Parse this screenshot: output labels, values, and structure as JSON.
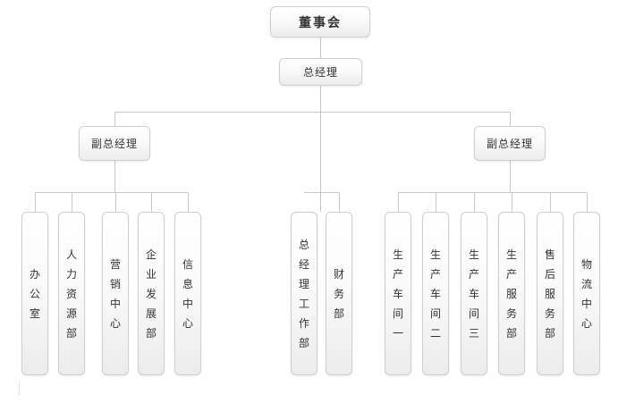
{
  "chart_data": {
    "type": "org-chart",
    "root": "董事会",
    "general_manager": "总经理",
    "deputies": [
      "副总经理",
      "副总经理"
    ],
    "departments": [
      {
        "name": "办公室",
        "under": "deputy-left"
      },
      {
        "name": "人力资源部",
        "under": "deputy-left"
      },
      {
        "name": "营销中心",
        "under": "deputy-left"
      },
      {
        "name": "企业发展部",
        "under": "deputy-left"
      },
      {
        "name": "信息中心",
        "under": "deputy-left"
      },
      {
        "name": "总经理工作部",
        "under": "general-manager"
      },
      {
        "name": "财务部",
        "under": "general-manager"
      },
      {
        "name": "生产车间一",
        "under": "deputy-right"
      },
      {
        "name": "生产车间二",
        "under": "deputy-right"
      },
      {
        "name": "生产车间三",
        "under": "deputy-right"
      },
      {
        "name": "生产服务部",
        "under": "deputy-right"
      },
      {
        "name": "售后服务部",
        "under": "deputy-right"
      },
      {
        "name": "物流中心",
        "under": "deputy-right"
      }
    ]
  },
  "colors": {
    "line": "#c8c8c8",
    "border": "#cfcfcf",
    "text": "#333333"
  }
}
